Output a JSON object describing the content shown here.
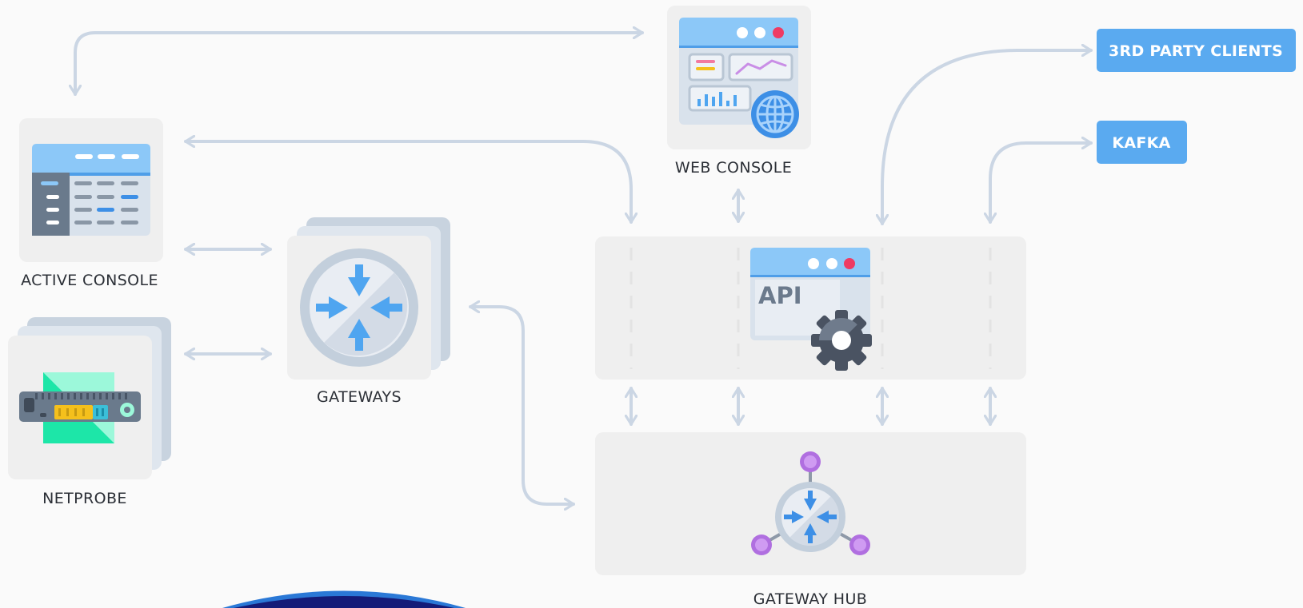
{
  "labels": {
    "active_console": "ACTIVE CONSOLE",
    "netprobe": "NETPROBE",
    "gateways": "GATEWAYS",
    "web_console": "WEB CONSOLE",
    "gateway_hub": "GATEWAY HUB",
    "api": "API"
  },
  "buttons": {
    "third_party": "3RD PARTY CLIENTS",
    "kafka": "KAFKA"
  },
  "colors": {
    "accent_blue": "#5aaaf0",
    "connector": "#cbd6e4",
    "panel": "#efefef",
    "tile": "#efefef",
    "node_purple": "#b06fe0",
    "mint": "#2de8b0",
    "logo_navy": "#141b78"
  },
  "icons": {
    "active_console": "table-window-icon",
    "netprobe": "network-device-icon",
    "gateways": "router-arrows-icon",
    "web_console": "browser-dashboard-globe-icon",
    "api": "api-window-gear-icon",
    "gateway_hub": "hub-network-icon"
  }
}
